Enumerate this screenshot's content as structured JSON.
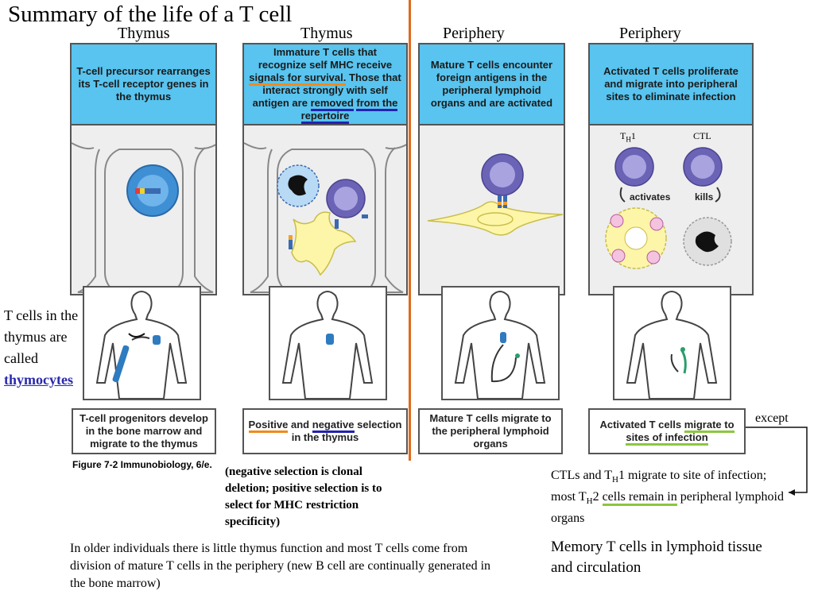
{
  "title": "Summary of the life of a T cell",
  "columns": [
    "Thymus",
    "Thymus",
    "Periphery",
    "Periphery"
  ],
  "panels": [
    {
      "top_text": "T-cell precursor rearranges its T-cell receptor genes in the thymus"
    },
    {
      "top_text_a": "Immature T cells that recognize self MHC receive",
      "top_text_b": "signals for survival.",
      "top_text_c": "Those that interact strongly with self antigen are",
      "top_text_d": "removed",
      "top_text_e": "from the repertoire"
    },
    {
      "top_text": "Mature T cells encounter foreign antigens in the peripheral lymphoid organs and are activated"
    },
    {
      "top_text": "Activated T cells proliferate and migrate into peripheral sites to eliminate infection"
    }
  ],
  "cell_labels": {
    "th1": "TH1",
    "ctl": "CTL",
    "activates": "activates",
    "kills": "kills"
  },
  "captions": [
    {
      "text": "T-cell progenitors develop in the bone marrow and migrate to the thymus"
    },
    {
      "a": "Positive",
      "b": "and",
      "c": "negative",
      "d": "selection in the thymus"
    },
    {
      "text": "Mature T cells migrate to the peripheral lymphoid organs"
    },
    {
      "a": "Activated T cells",
      "b": "migrate to sites of infection"
    }
  ],
  "figure_caption": "Figure 7-2  Immunobiology, 6/e.",
  "side_note": {
    "line1": "T cells in the",
    "line2": "thymus are",
    "line3": "called",
    "link": "thymocytes"
  },
  "selection_note": "(negative selection is clonal deletion; positive selection is to select for MHC restriction specificity)",
  "except_label": "except",
  "ctl_note": {
    "a": "CTLs and T",
    "sub1": "H",
    "b": "1 migrate to site of infection; most T",
    "sub2": "H",
    "c": "2",
    "d": "cells remain in",
    "e": "peripheral lymphoid organs"
  },
  "memory_note": "Memory T cells in lymphoid tissue and circulation",
  "bottom_note": "In older individuals there is little thymus function and most T cells come from division of mature T cells in the periphery (new B cell are continually generated in the bone marrow)",
  "colors": {
    "panel_header": "#58c4ef",
    "divider": "#e06a1e",
    "underline_orange": "#f08a1c",
    "underline_blue": "#2222b0",
    "underline_green": "#8cc63f"
  }
}
